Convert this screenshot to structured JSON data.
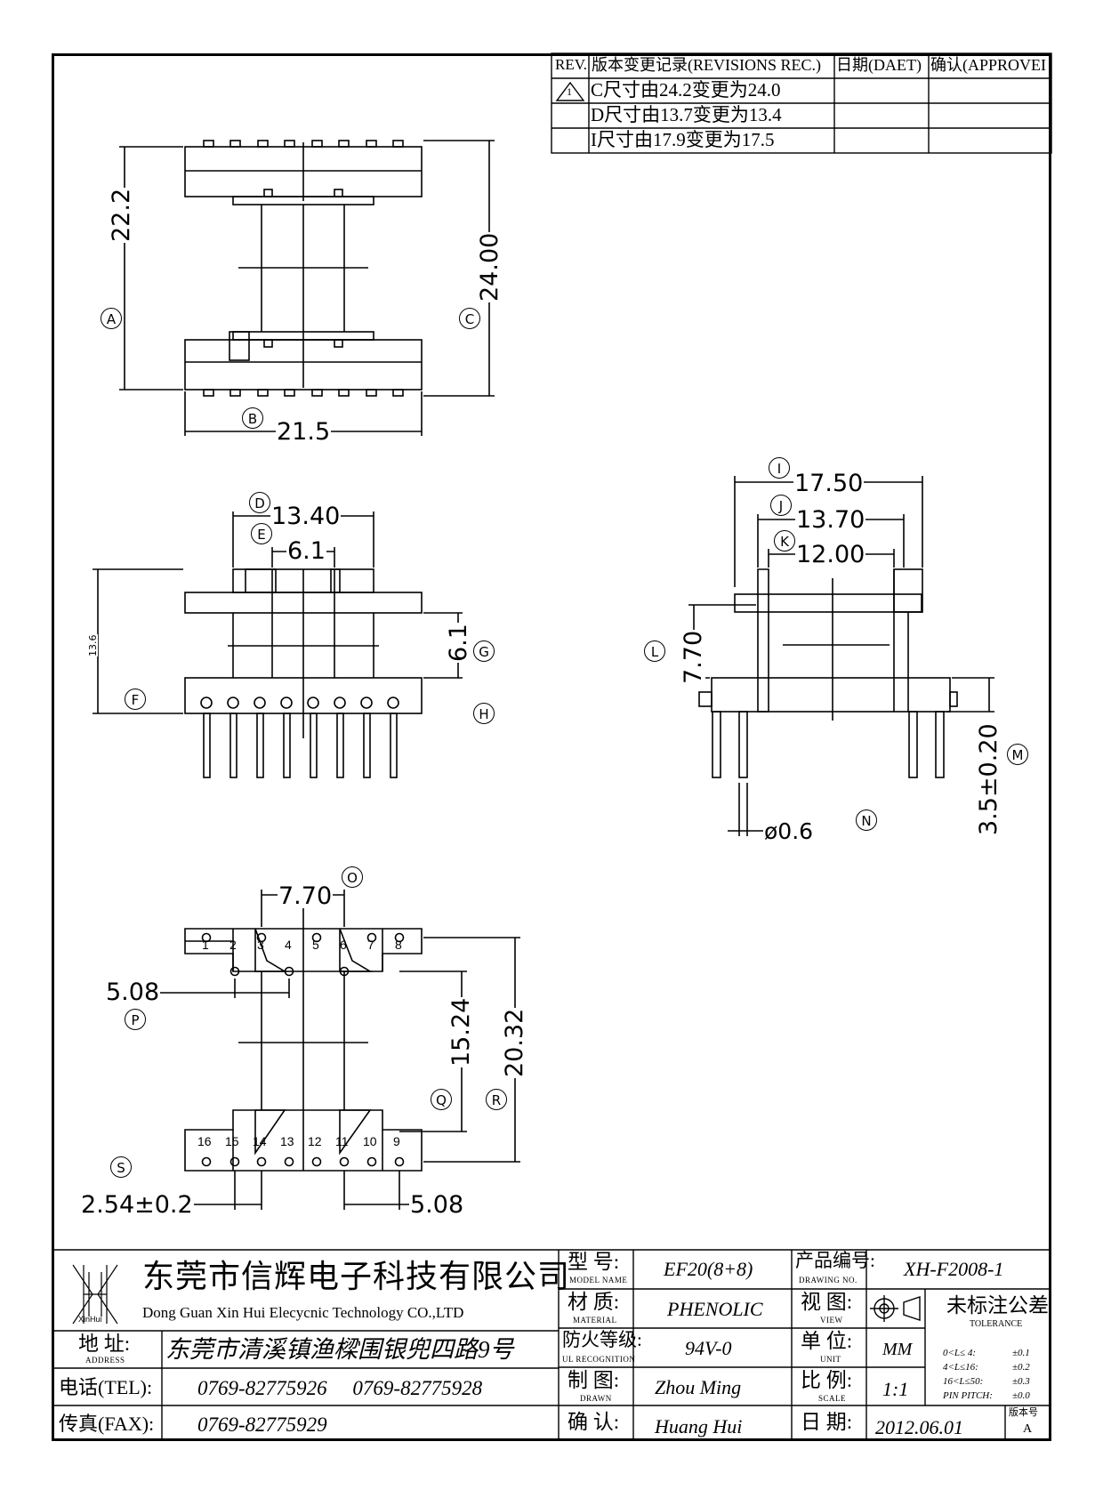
{
  "revisions": {
    "headers": [
      "REV.",
      "版本变更记录(REVISIONS REC.)",
      "日期(DAET)",
      "确认(APPROVEI"
    ],
    "rows": [
      {
        "rev": "1",
        "text": "C尺寸由24.2变更为24.0"
      },
      {
        "rev": "",
        "text": "D尺寸由13.7变更为13.4"
      },
      {
        "rev": "",
        "text": "I尺寸由17.9变更为17.5"
      }
    ]
  },
  "dimensions": {
    "A": {
      "tag": "A",
      "value": "22.2"
    },
    "B": {
      "tag": "B",
      "value": "21.5"
    },
    "C": {
      "tag": "C",
      "value": "24.00"
    },
    "D": {
      "tag": "D",
      "value": "13.40"
    },
    "E": {
      "tag": "E",
      "value": "6.1"
    },
    "F": {
      "tag": "F",
      "value": "13.6"
    },
    "G": {
      "tag": "G",
      "value": "6.1"
    },
    "H": {
      "tag": "H",
      "value": ""
    },
    "I": {
      "tag": "I",
      "value": "17.50"
    },
    "J": {
      "tag": "J",
      "value": "13.70"
    },
    "K": {
      "tag": "K",
      "value": "12.00"
    },
    "L": {
      "tag": "L",
      "value": "7.70"
    },
    "M": {
      "tag": "M",
      "value": "3.5±0.20"
    },
    "N": {
      "tag": "N",
      "value": "ø0.6"
    },
    "O": {
      "tag": "O",
      "value": "7.70"
    },
    "P": {
      "tag": "P",
      "value": "5.08"
    },
    "Q": {
      "tag": "Q",
      "value": "15.24"
    },
    "R": {
      "tag": "R",
      "value": "20.32"
    },
    "S": {
      "tag": "S",
      "value": "2.54±0.2"
    },
    "S2": {
      "value": "5.08"
    }
  },
  "pins_top": [
    "1",
    "2",
    "3",
    "4",
    "5",
    "6",
    "7",
    "8"
  ],
  "pins_bottom": [
    "16",
    "15",
    "14",
    "13",
    "12",
    "11",
    "10",
    "9"
  ],
  "title_block": {
    "logo_text": "XinHui",
    "company_cn": "东莞市信辉电子科技有限公司",
    "company_en": "Dong Guan Xin Hui Elecycnic Technology CO.,LTD",
    "address_label": "地  址:",
    "address_sub": "ADDRESS",
    "address": "东莞市清溪镇渔樑围银兜四路9号",
    "tel_label": "电话(TEL):",
    "tel": "0769-82775926     0769-82775928",
    "fax_label": "传真(FAX):",
    "fax": "0769-82775929",
    "model_label": "型  号:",
    "model_sub": "MODEL NAME",
    "model": "EF20(8+8)",
    "material_label": "材  质:",
    "material_sub": "MATERIAL",
    "material": "PHENOLIC",
    "ul_label": "防火等级:",
    "ul_sub": "UL RECOGNITION",
    "ul": "94V-0",
    "drawn_label": "制  图:",
    "drawn_sub": "DRAWN",
    "drawn": "Zhou Ming",
    "check_label": "确  认:",
    "check": "Huang Hui",
    "drawing_no_label": "产品编号:",
    "drawing_no_sub": "DRAWING NO.",
    "drawing_no": "XH-F2008-1",
    "view_label": "视  图:",
    "view_sub": "VIEW",
    "unit_label": "单  位:",
    "unit_sub": "UNIT",
    "unit": "MM",
    "scale_label": "比  例:",
    "scale_sub": "SCALE",
    "scale": "1:1",
    "date_label": "日  期:",
    "date": "2012.06.01",
    "version_label": "版本号",
    "version": "A",
    "tolerance_title": "未标注公差",
    "tolerance_sub": "TOLERANCE",
    "tolerances": [
      {
        "range": "0<L≤ 4:",
        "tol": "±0.1"
      },
      {
        "range": "4<L≤16:",
        "tol": "±0.2"
      },
      {
        "range": "16<L≤50:",
        "tol": "±0.3"
      },
      {
        "range": "PIN PITCH:",
        "tol": "±0.0"
      }
    ]
  }
}
